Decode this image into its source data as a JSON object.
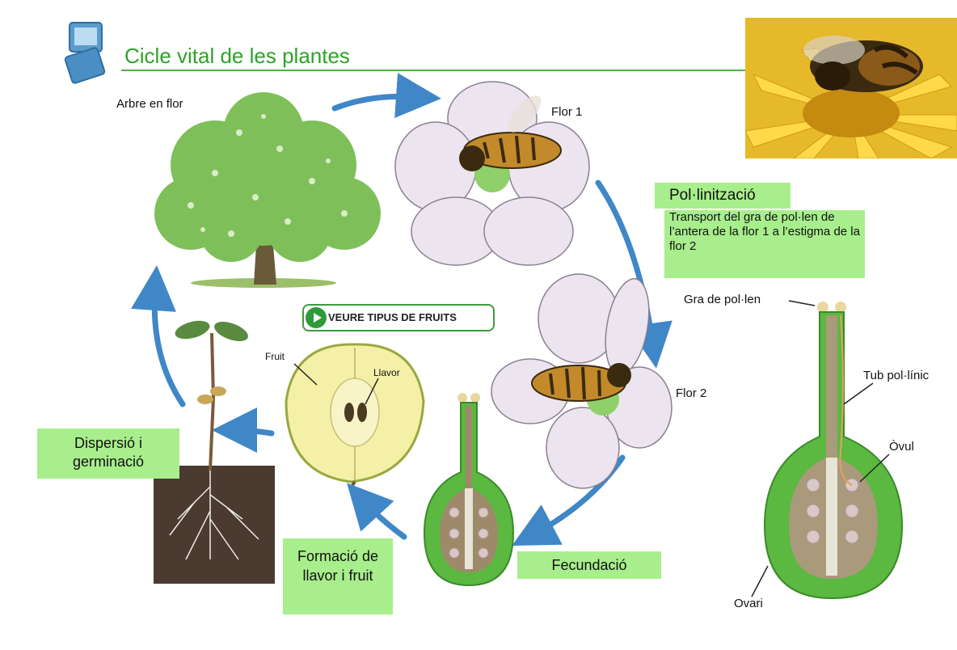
{
  "header": {
    "title": "Cicle vital de les plantes"
  },
  "labels": {
    "tree": "Arbre en flor",
    "flower1": "Flor 1",
    "flower2": "Flor 2",
    "fruit": "Fruit",
    "seed": "Llavor",
    "pollen_grain": "Gra de pol·len",
    "pollen_tube": "Tub pol·línic",
    "ovule": "Òvul",
    "ovary": "Ovari"
  },
  "boxes": {
    "pollination_title": "Pol·linització",
    "pollination_desc": "Transport del gra de pol·len de l’antera de la flor 1 a l’estigma de la flor 2",
    "dispersion": "Dispersió i germinació",
    "formation": "Formació de llavor i fruit",
    "fecundation": "Fecundació"
  },
  "button": {
    "label": "VEURE TIPUS DE FRUITS"
  },
  "icons": [
    "slides-logo-icon",
    "play-icon"
  ],
  "colors": {
    "title_green": "#2ea12a",
    "box_green": "#a8ee8c",
    "arrow_blue": "#3f87c7"
  }
}
